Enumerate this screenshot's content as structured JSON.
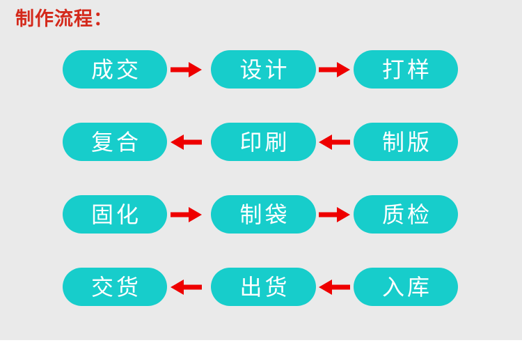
{
  "page": {
    "title": "制作流程：",
    "background_color": "#eaeaea",
    "title_color": "#d42a1c",
    "node_color": "#17cdcb",
    "node_text_color": "#ffffff",
    "arrow_color": "#ee0000"
  },
  "flow": {
    "rows": [
      {
        "direction": "right",
        "arrow_glyph": "→",
        "nodes": [
          {
            "label": "成交"
          },
          {
            "label": "设计"
          },
          {
            "label": "打样"
          }
        ]
      },
      {
        "direction": "left",
        "arrow_glyph": "←",
        "nodes": [
          {
            "label": "复合"
          },
          {
            "label": "印刷"
          },
          {
            "label": "制版"
          }
        ]
      },
      {
        "direction": "right",
        "arrow_glyph": "→",
        "nodes": [
          {
            "label": "固化"
          },
          {
            "label": "制袋"
          },
          {
            "label": "质检"
          }
        ]
      },
      {
        "direction": "left",
        "arrow_glyph": "←",
        "nodes": [
          {
            "label": "交货"
          },
          {
            "label": "出货"
          },
          {
            "label": "入库"
          }
        ]
      }
    ]
  }
}
